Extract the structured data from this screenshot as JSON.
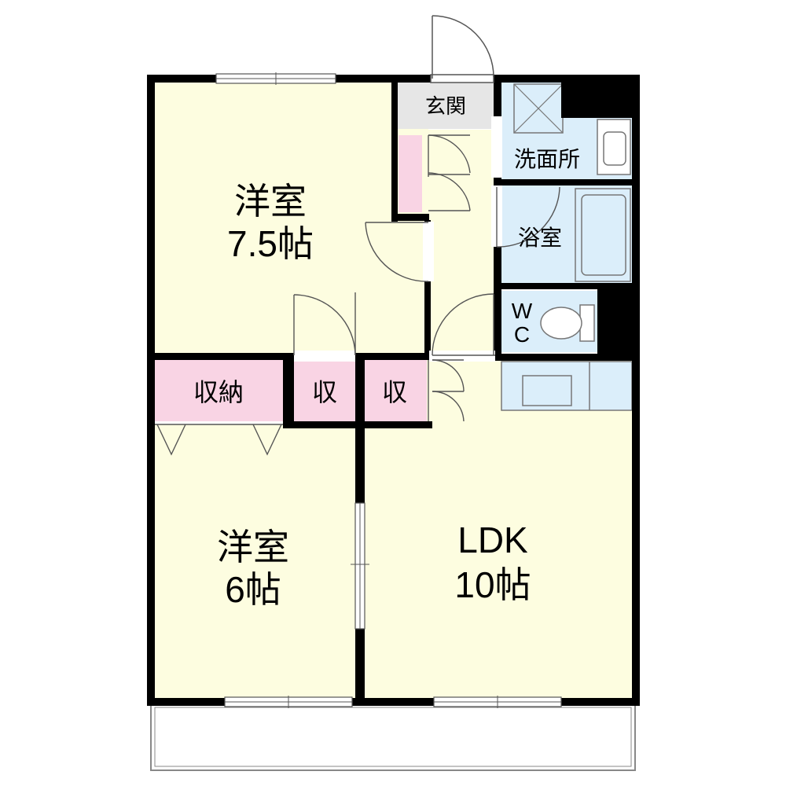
{
  "rooms": {
    "western_room_1": {
      "name": "洋室",
      "size": "7.5帖"
    },
    "western_room_2": {
      "name": "洋室",
      "size": "6帖"
    },
    "ldk": {
      "name": "LDK",
      "size": "10帖"
    },
    "entrance": {
      "name": "玄関"
    },
    "washroom": {
      "name": "洗面所"
    },
    "bathroom": {
      "name": "浴室"
    },
    "toilet": {
      "line1": "W",
      "line2": "C"
    },
    "storage": {
      "name": "収納"
    },
    "closet_1": {
      "name": "収"
    },
    "closet_2": {
      "name": "収"
    }
  },
  "colors": {
    "room_fill": "#fdfde0",
    "wet_area_fill": "#dbeefa",
    "storage_fill": "#f9d4e4",
    "entrance_fill": "#e6e6e6",
    "wall": "#000000"
  }
}
